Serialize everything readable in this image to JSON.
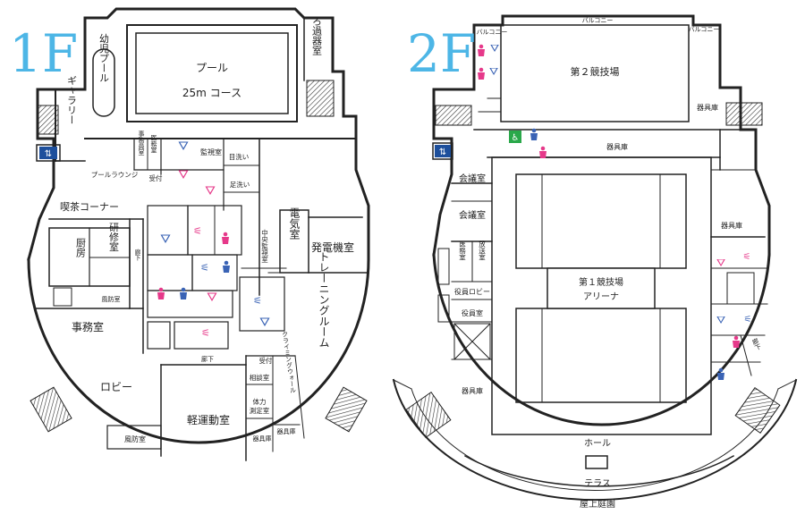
{
  "floor1": {
    "floor_label": "1F",
    "rooms": {
      "pool": "プール",
      "pool_course": "25m コース",
      "kids_pool": "幼児プール",
      "filter_room": "ろ過器室",
      "gallery": "ギャラリー",
      "pool_lounge": "プールラウンジ",
      "office_staff_room": "事務員室",
      "medical_room": "医務室",
      "monitor_room": "監視室",
      "reception": "受付",
      "eye_wash": "目洗い",
      "foot_wash": "足洗い",
      "cafe_corner": "喫茶コーナー",
      "kitchen": "厨房",
      "training_room": "研修室",
      "corridor": "廊下",
      "windbreak_room": "風防室",
      "office": "事務室",
      "central_monitor_room": "中央監視室",
      "electrical_room": "電気室",
      "generator_room": "発電機室",
      "training_gym": "トレーニングルーム",
      "lobby": "ロビー",
      "corridor_bottom": "廊下",
      "reception_bottom": "受付",
      "consultation_room": "相談室",
      "fitness_measure_line1": "体力",
      "fitness_measure_line2": "測定室",
      "climbing_wall": "クライミングウォール",
      "equipment_room": "器具庫",
      "equipment_room_2": "器具庫",
      "light_exercise_room": "軽運動室",
      "windbreak_bottom": "風防室"
    }
  },
  "floor2": {
    "floor_label": "2F",
    "rooms": {
      "balcony_1": "バルコニー",
      "balcony_2": "バルコニー",
      "balcony_3": "バルコニー",
      "arena2": "第２競技場",
      "equipment_right_top": "器具庫",
      "equipment_mid": "器具庫",
      "meeting_room_1": "会議室",
      "meeting_room_2": "会議室",
      "medical_room": "医務室",
      "broadcast_room": "放送室",
      "officer_lobby": "役員ロビー",
      "officer_room": "役員室",
      "equipment_left_bottom": "器具庫",
      "equipment_right_mid": "器具庫",
      "arena1_line1": "第１競技場",
      "arena1_line2": "アリーナ",
      "corridor": "廊下",
      "hall": "ホール",
      "terrace": "テラス",
      "rooftop_garden": "屋上庭園"
    }
  },
  "colors": {
    "wall": "#222222",
    "floor_label": "#4db6e6",
    "female": "#e6398a",
    "male": "#3a63b5",
    "accessible": "#2aa84a",
    "elevator": "#1d4f9c"
  }
}
